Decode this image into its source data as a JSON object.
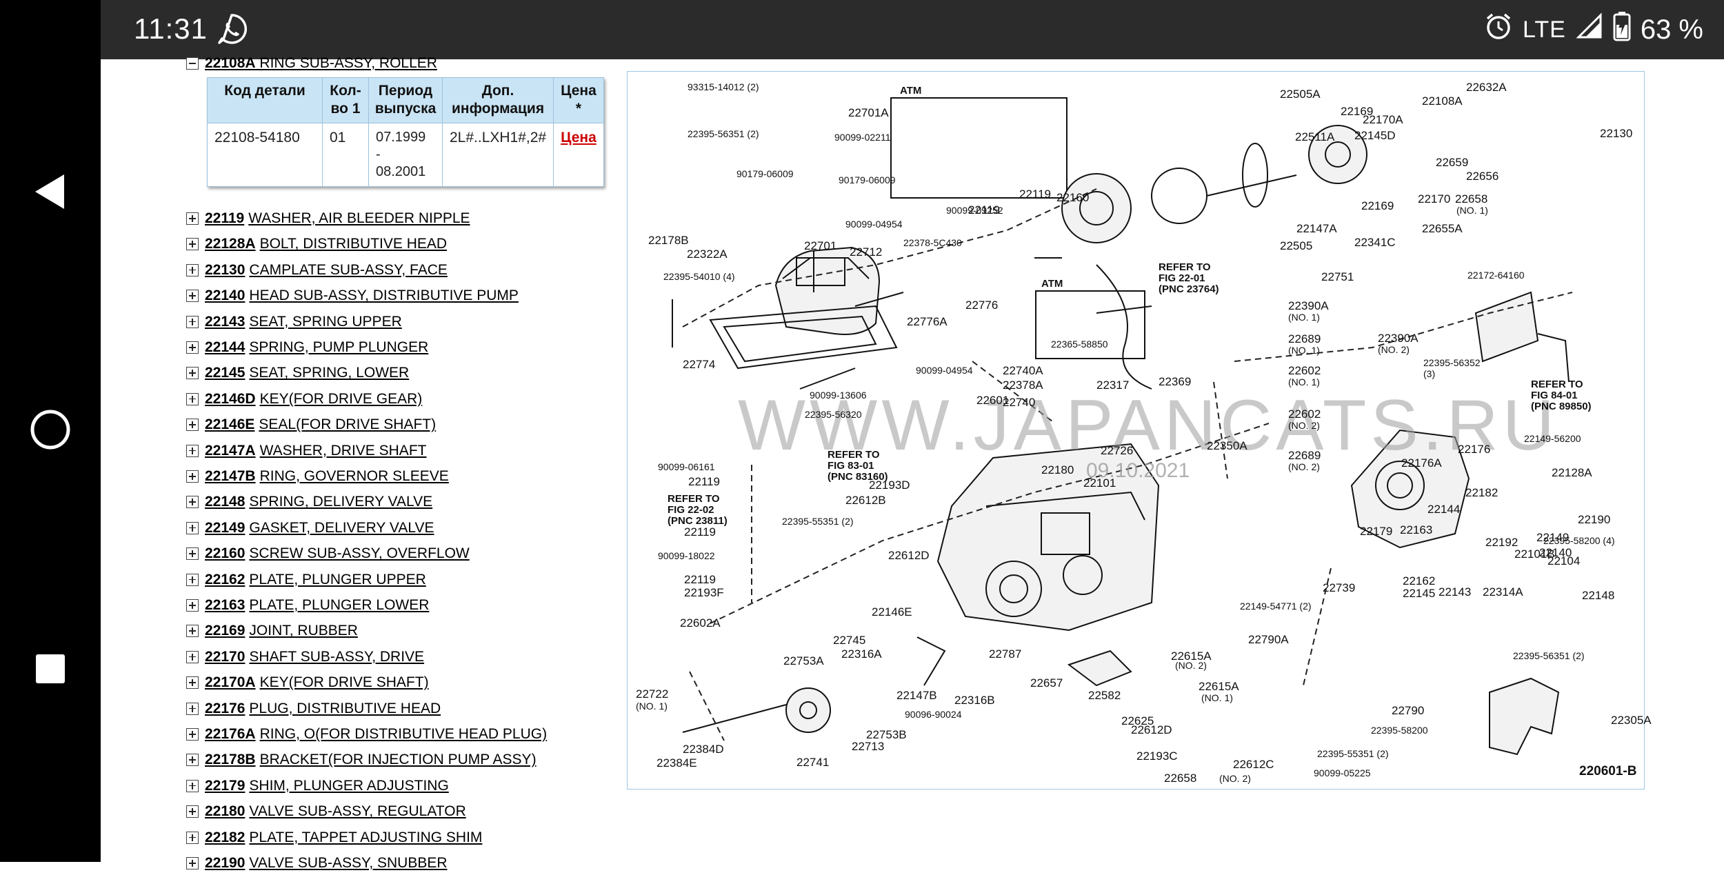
{
  "status_bar": {
    "time": "11:31",
    "network": "LTE",
    "battery": "63 %"
  },
  "icons": {
    "whatsapp": "whatsapp-icon",
    "alarm": "alarm-icon",
    "signal": "signal-icon",
    "battery": "battery-charging-icon",
    "back": "back-triangle-icon",
    "home": "home-circle-icon",
    "recent": "recent-square-icon"
  },
  "open_part": {
    "code": "22108A",
    "name": "RING SUB-ASSY, ROLLER"
  },
  "detail_table": {
    "headers": [
      "Код детали",
      "Кол-во 1",
      "Период выпуска",
      "Доп. информация",
      "Цена *"
    ],
    "header_lines": [
      [
        "Код детали"
      ],
      [
        "Кол-",
        "во 1"
      ],
      [
        "Период",
        "выпуска"
      ],
      [
        "Доп.",
        "информация"
      ],
      [
        "Цена",
        "*"
      ]
    ],
    "row": {
      "part_number": "22108-54180",
      "qty": "01",
      "period_lines": [
        "07.1999",
        "-",
        "08.2001"
      ],
      "info": "2L#..LXH1#,2#",
      "price_link": "Цена"
    }
  },
  "parts_list": [
    {
      "code": "22119",
      "name": "WASHER, AIR BLEEDER NIPPLE"
    },
    {
      "code": "22128A",
      "name": "BOLT, DISTRIBUTIVE HEAD"
    },
    {
      "code": "22130",
      "name": "CAMPLATE SUB-ASSY, FACE"
    },
    {
      "code": "22140",
      "name": "HEAD SUB-ASSY, DISTRIBUTIVE PUMP"
    },
    {
      "code": "22143",
      "name": "SEAT, SPRING UPPER"
    },
    {
      "code": "22144",
      "name": "SPRING, PUMP PLUNGER"
    },
    {
      "code": "22145",
      "name": "SEAT, SPRING, LOWER"
    },
    {
      "code": "22146D",
      "name": "KEY(FOR DRIVE GEAR)"
    },
    {
      "code": "22146E",
      "name": "SEAL(FOR DRIVE SHAFT)"
    },
    {
      "code": "22147A",
      "name": "WASHER, DRIVE SHAFT"
    },
    {
      "code": "22147B",
      "name": "RING, GOVERNOR SLEEVE"
    },
    {
      "code": "22148",
      "name": "SPRING, DELIVERY VALVE"
    },
    {
      "code": "22149",
      "name": "GASKET, DELIVERY VALVE"
    },
    {
      "code": "22160",
      "name": "SCREW SUB-ASSY, OVERFLOW"
    },
    {
      "code": "22162",
      "name": "PLATE, PLUNGER UPPER"
    },
    {
      "code": "22163",
      "name": "PLATE, PLUNGER LOWER"
    },
    {
      "code": "22169",
      "name": "JOINT, RUBBER"
    },
    {
      "code": "22170",
      "name": "SHAFT SUB-ASSY, DRIVE"
    },
    {
      "code": "22170A",
      "name": "KEY(FOR DRIVE SHAFT)"
    },
    {
      "code": "22176",
      "name": "PLUG, DISTRIBUTIVE HEAD"
    },
    {
      "code": "22176A",
      "name": "RING, O(FOR DISTRIBUTIVE HEAD PLUG)"
    },
    {
      "code": "22178B",
      "name": "BRACKET(FOR INJECTION PUMP ASSY)"
    },
    {
      "code": "22179",
      "name": "SHIM, PLUNGER ADJUSTING"
    },
    {
      "code": "22180",
      "name": "VALVE SUB-ASSY, REGULATOR"
    },
    {
      "code": "22182",
      "name": "PLATE, TAPPET ADJUSTING SHIM"
    },
    {
      "code": "22190",
      "name": "VALVE SUB-ASSY, SNUBBER"
    }
  ],
  "diagram": {
    "watermark": "WWW.JAPANCATS.RU",
    "watermark_date": "09.10.2021",
    "figure_id": "220601-B",
    "atm_label": "ATM",
    "notes": [
      "REFER TO",
      "FIG 22-01",
      "(PNC 23764)",
      "REFER TO",
      "FIG 84-01",
      "(PNC 89850)",
      "REFER TO",
      "FIG 83-01",
      "(PNC 83160)",
      "REFER TO",
      "FIG 22-02",
      "(PNC 23811)"
    ],
    "labels": [
      "93315-14012 (2)",
      "22395-56351 (2)",
      "22178B",
      "90179-06009",
      "22701",
      "22701A",
      "90099-02211",
      "90179-06009",
      "22322A",
      "22395-54010 (4)",
      "22774",
      "22712",
      "90099-04954",
      "22378-5C430",
      "22776A",
      "22776",
      "90099-04954",
      "90099-09252",
      "22119",
      "22119",
      "22160",
      "22365-58850",
      "22505A",
      "22505",
      "22511A",
      "22169",
      "22170A",
      "22145D",
      "22108A",
      "22632A",
      "22130",
      "22659",
      "22656",
      "22658",
      "(NO. 1)",
      "22147A",
      "22341C",
      "22169",
      "22170",
      "22655A",
      "22751",
      "22172-64160",
      "22390A",
      "(NO. 1)",
      "22689",
      "(NO. 1)",
      "22602",
      "(NO. 1)",
      "22602",
      "(NO. 2)",
      "22390A",
      "(NO. 2)",
      "22395-56352",
      "(3)",
      "22689",
      "(NO. 2)",
      "22740A",
      "22378A",
      "22740",
      "22317",
      "22369",
      "22350A",
      "22726",
      "22601",
      "90099-13606",
      "22395-56320",
      "22180",
      "22101",
      "22149-56200",
      "22128A",
      "22176A",
      "22176",
      "90099-06161",
      "22119",
      "22193D",
      "22612B",
      "22395-55351 (2)",
      "22119",
      "90099-18022",
      "22612D",
      "22119",
      "22193F",
      "22602A",
      "22146E",
      "22163",
      "22144",
      "22182",
      "22179",
      "22162",
      "22145",
      "22143",
      "22314A",
      "22192",
      "22101B",
      "22140",
      "22149",
      "22104",
      "22148",
      "22190",
      "22395-58200 (4)",
      "22739",
      "22149-54771 (2)",
      "22745",
      "22753A",
      "22316A",
      "22787",
      "22147B",
      "22316B",
      "90096-90024",
      "22753B",
      "22713",
      "22741",
      "22722",
      "(NO. 1)",
      "22384E",
      "22384D",
      "22657",
      "22582",
      "22625",
      "22615A",
      "(NO. 2)",
      "22615A",
      "(NO. 1)",
      "22612D",
      "22790A",
      "22790",
      "22395-58200",
      "22395-56351 (2)",
      "22305A",
      "22193C",
      "22612C",
      "22658",
      "(NO. 2)",
      "22395-55351 (2)",
      "90099-05225"
    ]
  }
}
